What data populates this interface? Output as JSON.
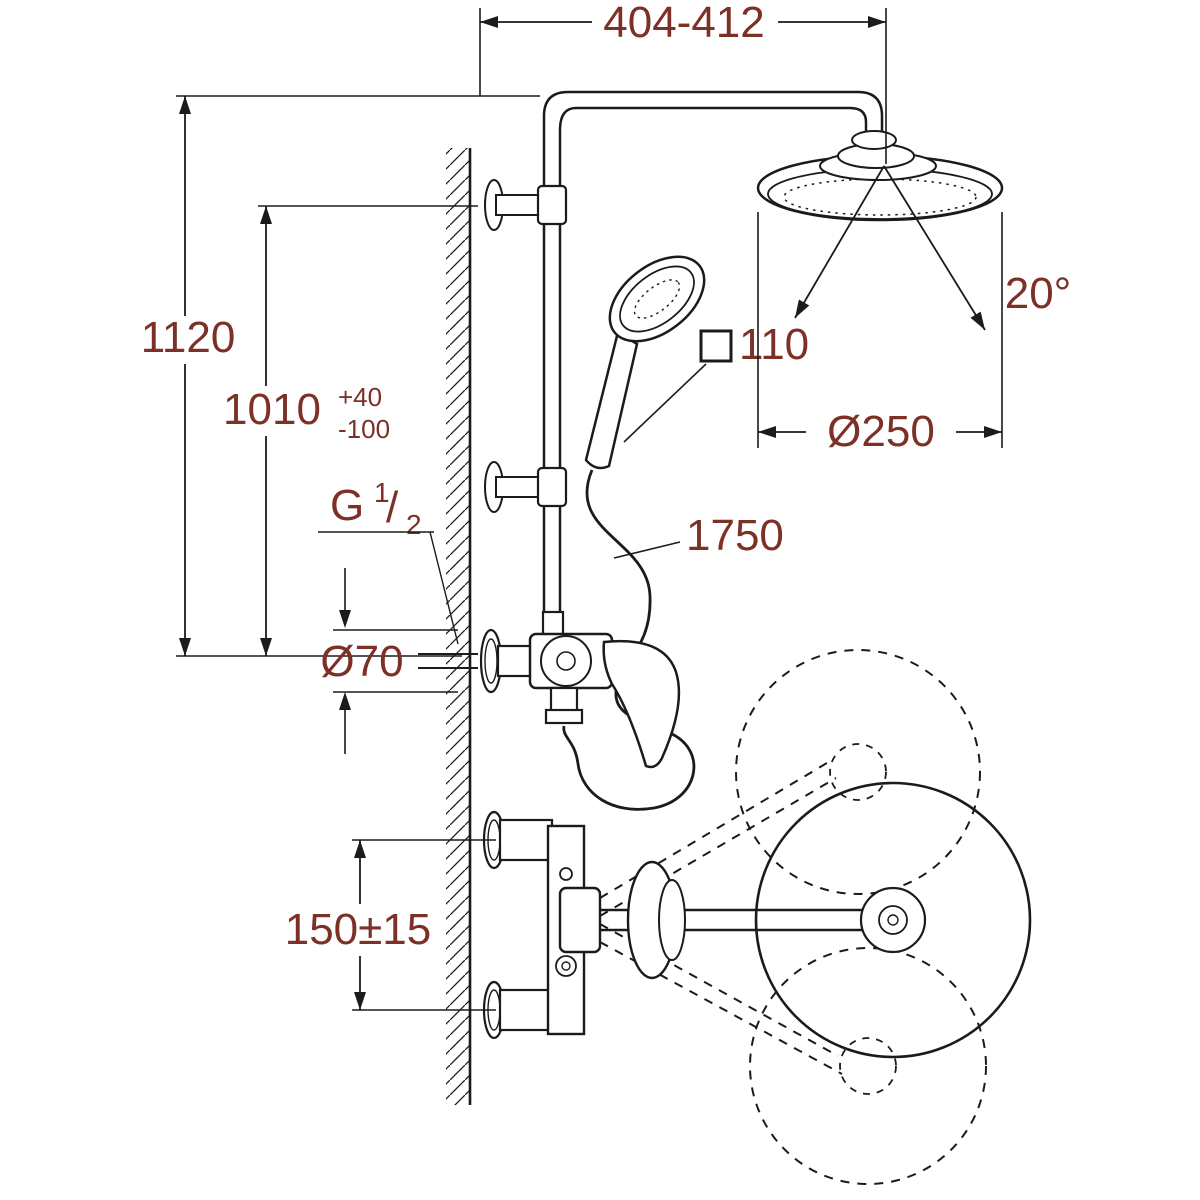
{
  "drawing": {
    "title": "shower-system-dimensional-drawing",
    "colors": {
      "line": "#1b1b1b",
      "text": "#7d3026",
      "background": "#ffffff"
    },
    "labels": {
      "width_range": "404-412",
      "total_height": "1120",
      "riser_height": "1010",
      "riser_tol_plus": "+40",
      "riser_tol_minus": "-100",
      "thread_letter": "G",
      "thread_numerator": "1",
      "thread_slash": "/",
      "thread_denominator": "2",
      "flange_diameter": "Ø70",
      "handshower_size": "110",
      "headshower_diameter": "Ø250",
      "swivel_angle": "20°",
      "hose_length": "1750",
      "outlet_offset": "150±15"
    }
  }
}
